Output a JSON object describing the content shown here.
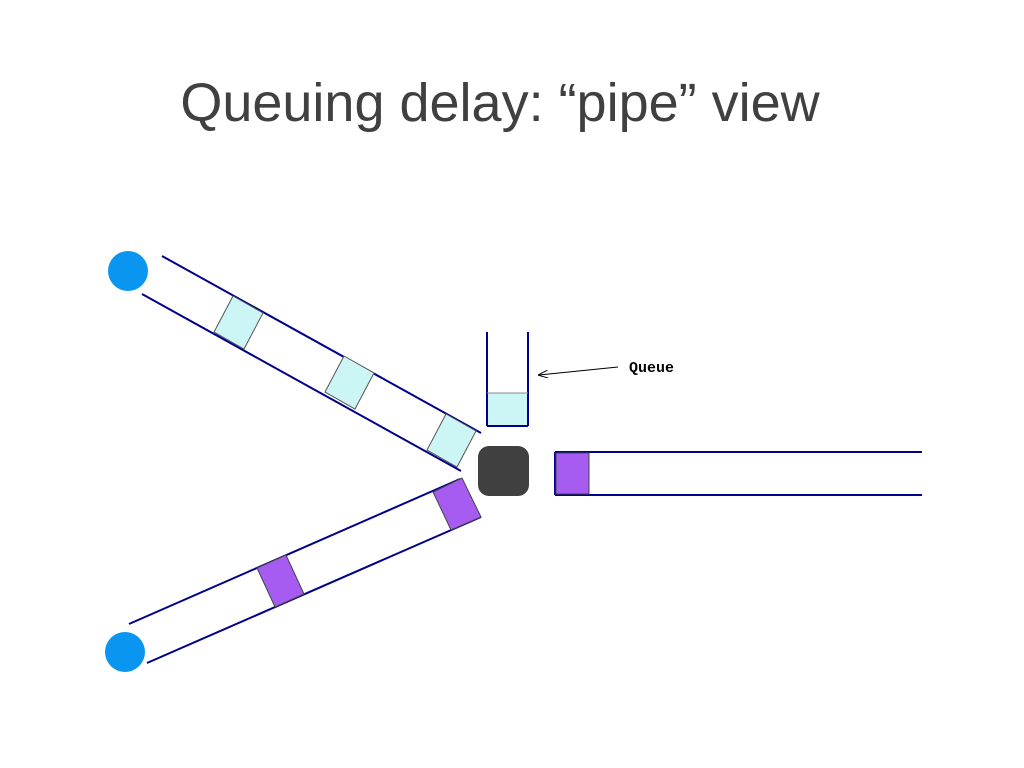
{
  "slide": {
    "title": "Queuing delay: “pipe” view"
  },
  "diagram": {
    "queue_label": "Queue",
    "colors": {
      "pipe_line": "#00008b",
      "host": "#0a96f0",
      "router": "#404040",
      "packet_blue": "#ccf5f5",
      "packet_purple": "#a65cf0",
      "queue_fill": "#ccf5f5"
    },
    "icons": [
      "host-node-circle",
      "router-square",
      "arrow-pointer"
    ]
  }
}
